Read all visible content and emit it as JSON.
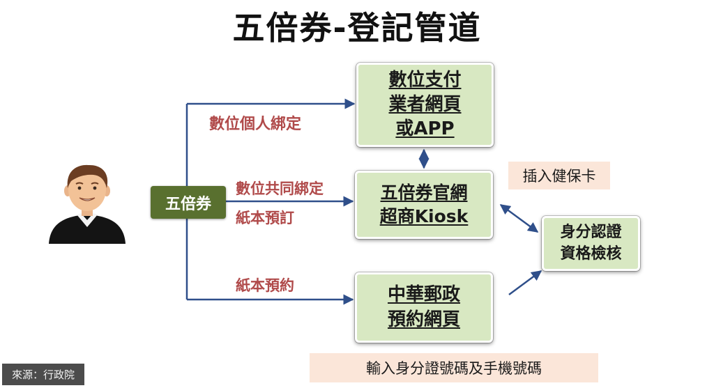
{
  "title": "五倍券-登記管道",
  "source_box": "五倍券",
  "labels": {
    "digital_bind": "數位個人綁定",
    "digital_joint": "數位共同綁定",
    "paper_order": "紙本預訂",
    "paper_reserve": "紙本預約"
  },
  "boxes": {
    "digital": {
      "line1": "數位支付",
      "line2": "業者網頁",
      "line3": "或APP"
    },
    "official": {
      "line1": "五倍券官網",
      "line2": "超商Kiosk"
    },
    "post": {
      "line1": "中華郵政",
      "line2": "預約網頁"
    },
    "id_check": {
      "line1": "身分認證",
      "line2": "資格檢核"
    }
  },
  "notes": {
    "insert_card": "插入健保卡",
    "enter_id": "輸入身分證號碼及手機號碼"
  },
  "source_caption": "來源：行政院",
  "colors": {
    "box_fill": "#d8e8c2",
    "source_fill": "#59702f",
    "label_red": "#b04a4a",
    "arrow_blue": "#2f4f8a",
    "note_fill": "#fbe6d9"
  },
  "icons": {
    "person": "man-avatar-icon"
  }
}
